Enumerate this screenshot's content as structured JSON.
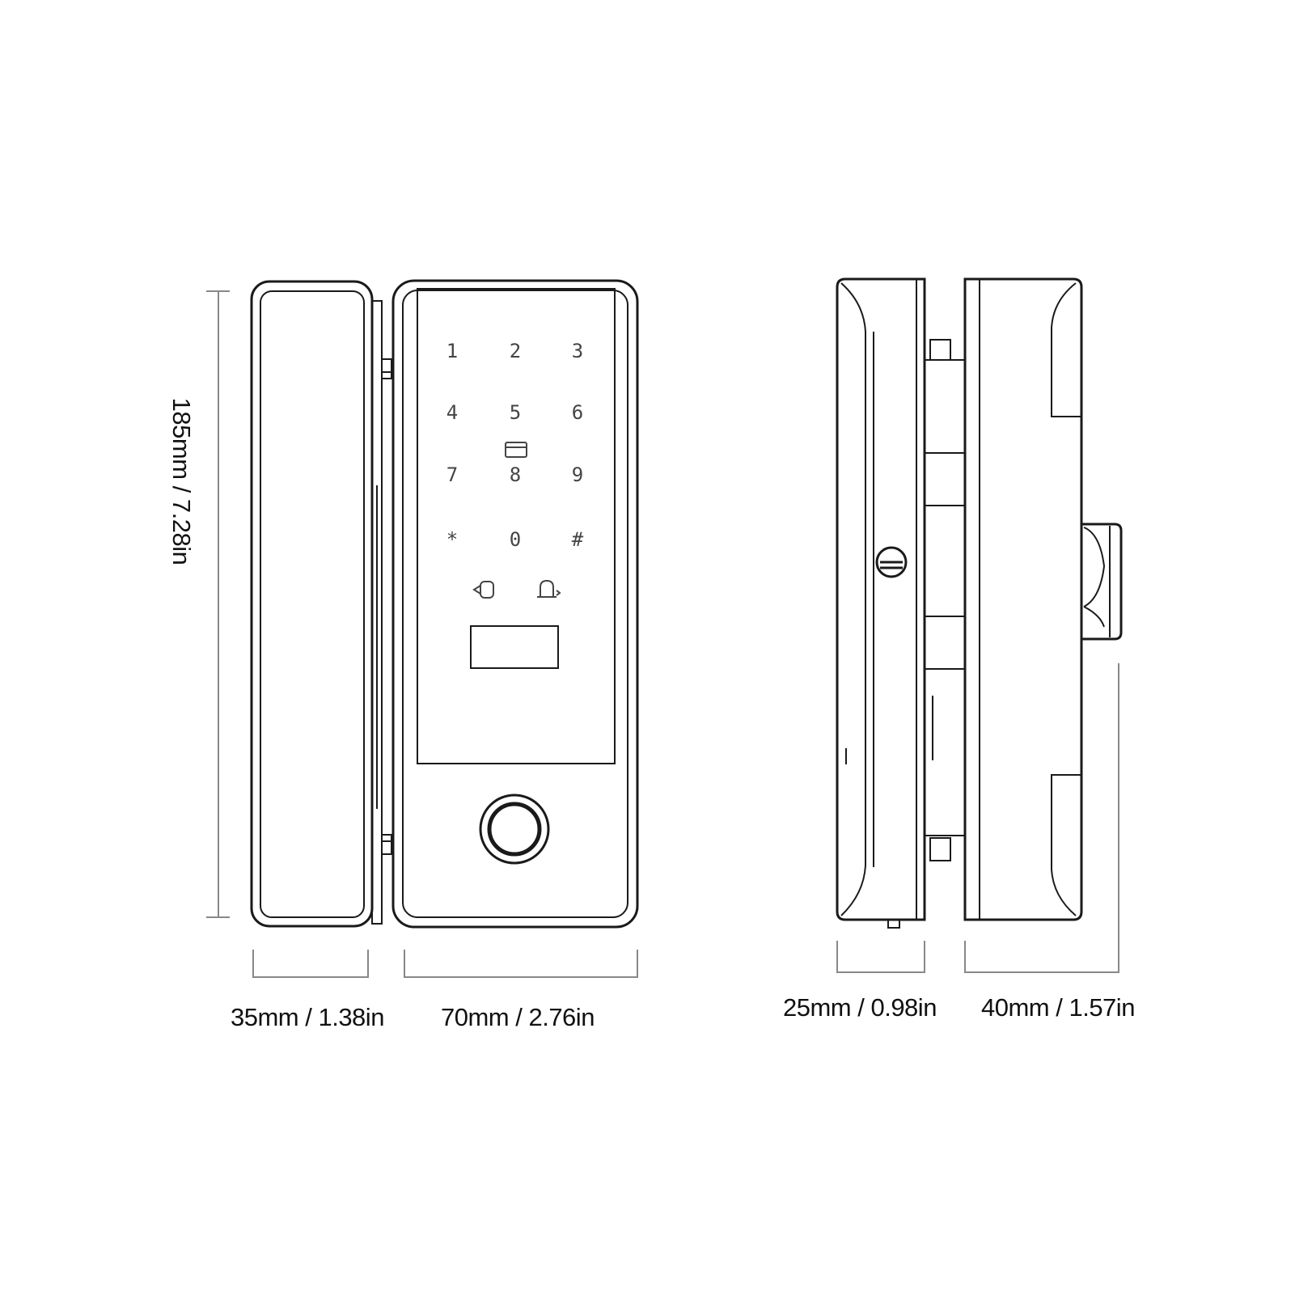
{
  "dimensions": {
    "height": "185mm / 7.28in",
    "front_left_width": "35mm / 1.38in",
    "front_right_width": "70mm / 2.76in",
    "side_left_width": "25mm / 0.98in",
    "side_right_width": "40mm / 1.57in"
  },
  "keypad": {
    "keys": [
      "1",
      "2",
      "3",
      "4",
      "5",
      "6",
      "7",
      "8",
      "9",
      "*",
      "0",
      "#"
    ]
  },
  "colors": {
    "line": "#1a1a1a",
    "dimension_line": "#888888",
    "key_text": "#444444",
    "background": "#ffffff"
  },
  "icons": [
    "card-icon",
    "lock-icon",
    "doorbell-icon",
    "fingerprint-sensor-icon",
    "screw-icon",
    "knob-icon"
  ]
}
